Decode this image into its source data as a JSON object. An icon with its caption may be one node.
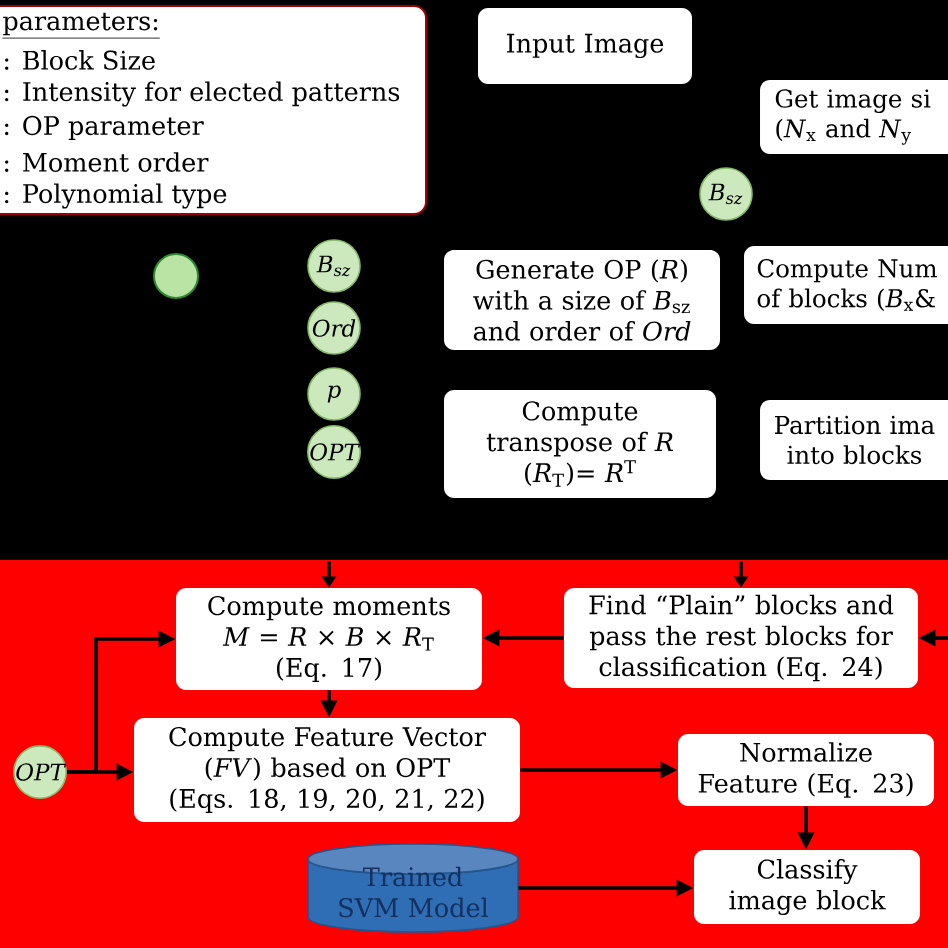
{
  "diagram": {
    "nodes": [
      {
        "text": [
          "parameters:",
          ": Block Size",
          ": Intensity for elected patterns",
          ": OP parameter",
          ": Moment order",
          ": Polynomial type"
        ]
      },
      {
        "text": [
          "Input Image"
        ]
      },
      {
        "text": [
          "Get image si (*N*$_{x}$ and *N*$_{y}$"
        ]
      },
      {
        "text": [
          "B$_{sz}$"
        ]
      },
      {
        "text": [],
        "shape": "circle"
      },
      {
        "text": [
          "B$_{sz}$"
        ]
      },
      {
        "text": [
          "Generate OP (*R*) with a size of *B*$_{sz}$ and order of *Ord*"
        ]
      },
      {
        "text": [
          "Compute Num of blocks (*B*$_{x}$&"
        ]
      },
      {
        "text": [
          "Ord"
        ]
      },
      {
        "text": [
          "p"
        ]
      },
      {
        "text": [
          "Compute transpose of *R*",
          "(*R*$_{T}$)= *R*$^{T}$"
        ]
      },
      {
        "text": [
          "Partition ima into blocks"
        ]
      },
      {
        "text": [
          "OPT"
        ]
      },
      {
        "text": [
          "Compute moments",
          "*M* = *R* × *B* × *R*$_{T}$",
          "(Eq. 17)"
        ]
      },
      {
        "text": [
          "Find “Plain” blocks and pass the rest blocks for classification (Eq. 24)"
        ]
      },
      {
        "text": [
          "OPT"
        ]
      },
      {
        "text": [
          "Compute Feature Vector (*FV*) based on OPT",
          "(Eqs. 18, 19, 20, 21, 22)"
        ]
      },
      {
        "text": [
          "Normalize Feature (Eq. 23)"
        ]
      },
      {
        "text": [
          "Trained SVM Model"
        ]
      },
      {
        "text": [
          "Classify image block"
        ]
      }
    ],
    "edges": [
      {
        "from": null,
        "to": 13,
        "arrow": "to"
      },
      {
        "from": null,
        "to": 14,
        "arrow": "to"
      },
      {
        "from": null,
        "to": 14,
        "arrow": "to"
      },
      {
        "from": 14,
        "to": 13,
        "arrow": "to"
      },
      {
        "from": 13,
        "to": 16,
        "arrow": "to"
      },
      {
        "from": 15,
        "to": 16,
        "arrow": "to"
      },
      {
        "from": 15,
        "to": 13,
        "arrow": "to"
      },
      {
        "from": 16,
        "to": 17,
        "arrow": "to"
      },
      {
        "from": 17,
        "to": 19,
        "arrow": "to"
      },
      {
        "from": 18,
        "to": 19,
        "arrow": "to"
      }
    ]
  }
}
